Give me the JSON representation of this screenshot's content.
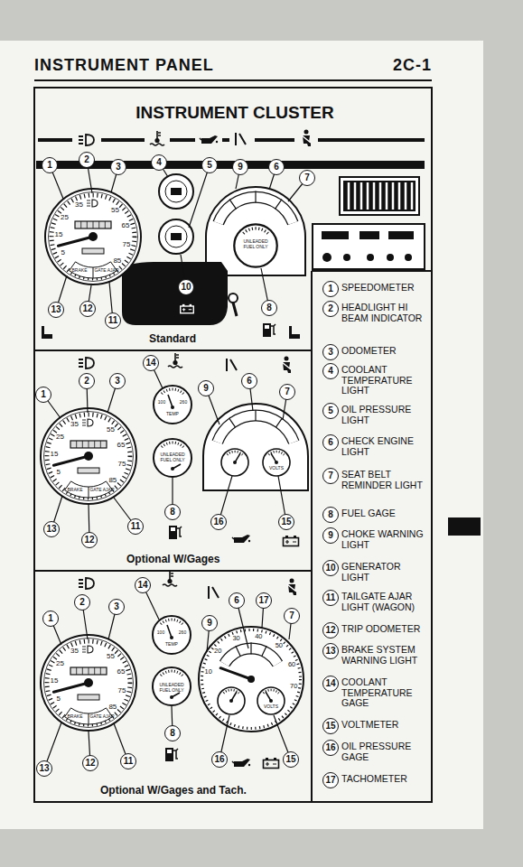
{
  "diagram": {
    "title": "INSTRUMENT CLUSTER",
    "nodes": [
      {
        "text": [
          "Standard"
        ]
      },
      {
        "text": [
          "Optional W/Gages"
        ]
      },
      {
        "text": [
          "Optional W/Gages and Tach."
        ]
      }
    ],
    "labels": [
      "INSTRUMENT PANEL",
      "2C-1",
      "1",
      "2",
      "3",
      "4",
      "5",
      "9",
      "6",
      "7",
      "13",
      "12",
      "11",
      "10",
      "8",
      "35",
      "55",
      "65",
      "25",
      "75",
      "15",
      "85",
      "5",
      "BRAKE",
      "GATE AJAR",
      "UNLEADED FUEL ONLY",
      "14",
      "2",
      "3",
      "1",
      "9",
      "6",
      "7",
      "13",
      "12",
      "11",
      "8",
      "16",
      "15",
      "35",
      "55",
      "65",
      "25",
      "75",
      "15",
      "85",
      "5",
      "BRAKE",
      "GATE AJAR",
      "TEMP",
      "100",
      "260",
      "UNLEADED FUEL ONLY",
      "VOLTS",
      "2",
      "3",
      "1",
      "14",
      "9",
      "6",
      "17",
      "7",
      "13",
      "12",
      "11",
      "8",
      "16",
      "15",
      "35",
      "55",
      "65",
      "25",
      "75",
      "15",
      "85",
      "5",
      "BRAKE",
      "GATE AJAR",
      "TEMP",
      "100",
      "260",
      "UNLEADED FUEL ONLY",
      "10",
      "20",
      "30",
      "40",
      "50",
      "60",
      "70",
      "VOLTS",
      "1",
      "SPEEDOMETER",
      "2",
      "HEADLIGHT HI BEAM INDICATOR",
      "3",
      "ODOMETER",
      "4",
      "COOLANT TEMPERATURE LIGHT",
      "5",
      "OIL PRESSURE LIGHT",
      "6",
      "CHECK ENGINE LIGHT",
      "7",
      "SEAT BELT REMINDER LIGHT",
      "8",
      "FUEL GAGE",
      "9",
      "CHOKE WARNING LIGHT",
      "10",
      "GENERATOR LIGHT",
      "11",
      "TAILGATE AJAR LIGHT (WAGON)",
      "12",
      "TRIP ODOMETER",
      "13",
      "BRAKE SYSTEM WARNING LIGHT",
      "14",
      "COOLANT TEMPERATURE GAGE",
      "15",
      "VOLTMETER",
      "16",
      "OIL PRESSURE GAGE",
      "17",
      "TACHOMETER"
    ]
  }
}
